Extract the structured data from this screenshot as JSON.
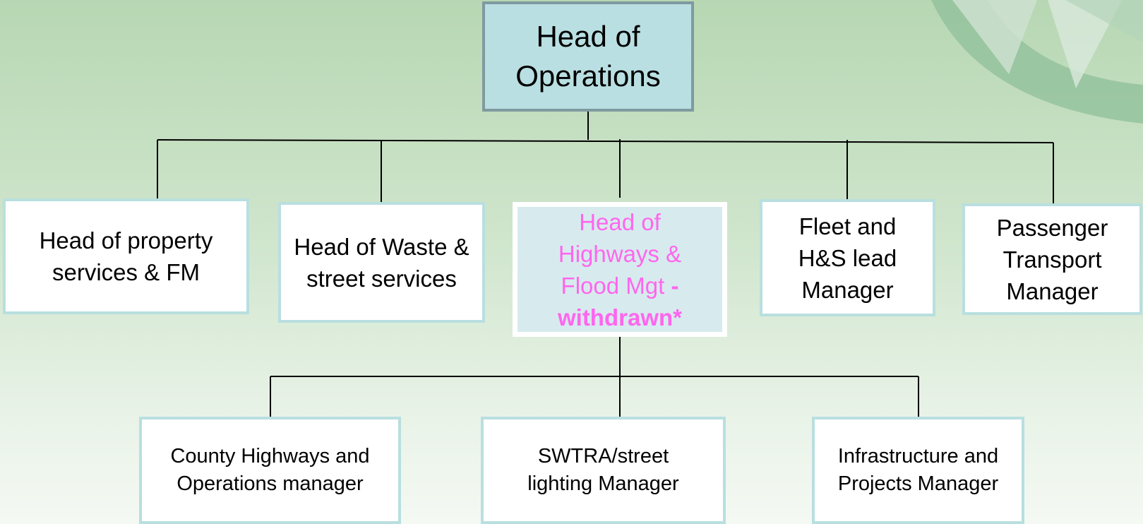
{
  "top": {
    "label": "Head of Operations"
  },
  "level1": [
    {
      "label": "Head of property services & FM"
    },
    {
      "label": "Head of Waste & street services"
    },
    {
      "label_main": "Head of Highways & Flood Mgt",
      "label_suffix": " - withdrawn*",
      "color": "#ff66ee"
    },
    {
      "label": "Fleet and H&S lead Manager"
    },
    {
      "label": "Passenger Transport Manager"
    }
  ],
  "level2": [
    {
      "label": "County Highways and Operations manager"
    },
    {
      "label": "SWTRA/street lighting Manager"
    },
    {
      "label": "Infrastructure and Projects Manager"
    }
  ]
}
